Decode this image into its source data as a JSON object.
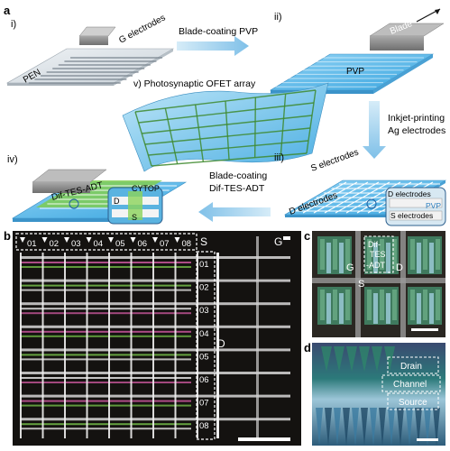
{
  "panel_a": {
    "letter": "a",
    "step_i": "i)",
    "step_ii": "ii)",
    "step_iii": "iii)",
    "step_iv": "iv)",
    "step_v": "v) Photosynaptic OFET array",
    "g_electrodes": "G electrodes",
    "pen": "PEN",
    "blade": "Blade",
    "pvp": "PVP",
    "arrow_i_ii": "Blade-coating PVP",
    "arrow_ii_iii_line1": "Inkjet-printing",
    "arrow_ii_iii_line2": "Ag electrodes",
    "arrow_iii_iv_line1": "Blade-coating",
    "arrow_iii_iv_line2": "Dif-TES-ADT",
    "s_electrodes": "S electrodes",
    "d_electrodes": "D electrodes",
    "inset_d_electrodes": "D electrodes",
    "inset_pvp": "PVP",
    "inset_s_electrodes": "S electrodes",
    "dif_tes_adt": "Dif-TES-ADT",
    "cytop": "CYTOP",
    "d": "D",
    "s": "S"
  },
  "panel_b": {
    "letter": "b",
    "columns": [
      "01",
      "02",
      "03",
      "04",
      "05",
      "06",
      "07",
      "08"
    ],
    "rows": [
      "01",
      "02",
      "03",
      "04",
      "05",
      "06",
      "07",
      "08"
    ],
    "s_label": "S",
    "d_label": "D",
    "g_label": "G"
  },
  "panel_c": {
    "letter": "c",
    "dif": "Dif-",
    "tes": "TES",
    "adt": "-ADT",
    "g": "G",
    "s": "S",
    "d": "D"
  },
  "panel_d": {
    "letter": "d",
    "drain": "Drain",
    "channel": "Channel",
    "source": "Source"
  },
  "colors": {
    "arrow_blue": "#8cc8ec",
    "pvp_blue": "#5ab7e8",
    "micrograph_dark": "#141210",
    "semiconductor_green": "#6cc04a"
  }
}
